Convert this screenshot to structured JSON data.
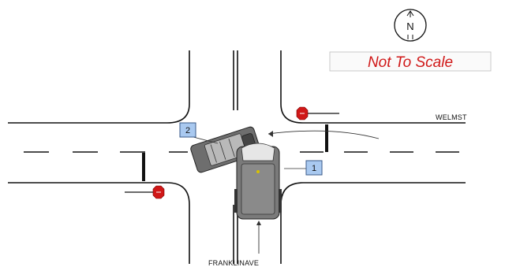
{
  "diagram": {
    "north_indicator": {
      "letter": "N",
      "icon": "north-arrow-icon"
    },
    "scale_note": "Not To Scale",
    "streets": {
      "east_west": "WELMST",
      "north_south": "FRANKLINAVE"
    },
    "vehicles": [
      {
        "id": "1",
        "label": "1",
        "description": "vehicle-1"
      },
      {
        "id": "2",
        "label": "2",
        "description": "vehicle-2"
      }
    ],
    "signs": [
      "stop-sign",
      "stop-sign"
    ],
    "colors": {
      "stop_sign": "#d01818",
      "label_box": "#a9c9f0",
      "vehicle": "#6e6e6e",
      "scale_text": "#d01818"
    }
  }
}
